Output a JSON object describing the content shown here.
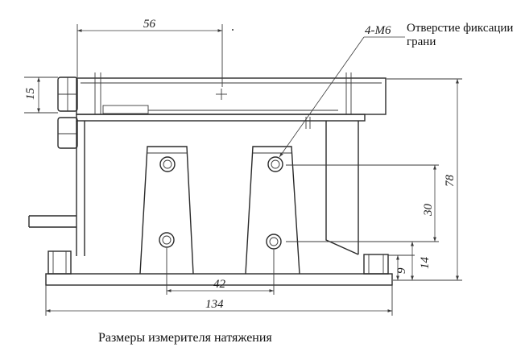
{
  "callout": {
    "thread": "4-M6",
    "note_line1": "Отверстие фиксации",
    "note_line2": "грани"
  },
  "dimensions": {
    "top_width": "56",
    "left_height": "15",
    "total_height": "78",
    "hole_spacing_vertical": "30",
    "lower_hole_height": "14",
    "base_height": "9",
    "hole_spacing_horizontal": "42",
    "total_length": "134"
  },
  "caption": "Размеры измерителя натяжения"
}
